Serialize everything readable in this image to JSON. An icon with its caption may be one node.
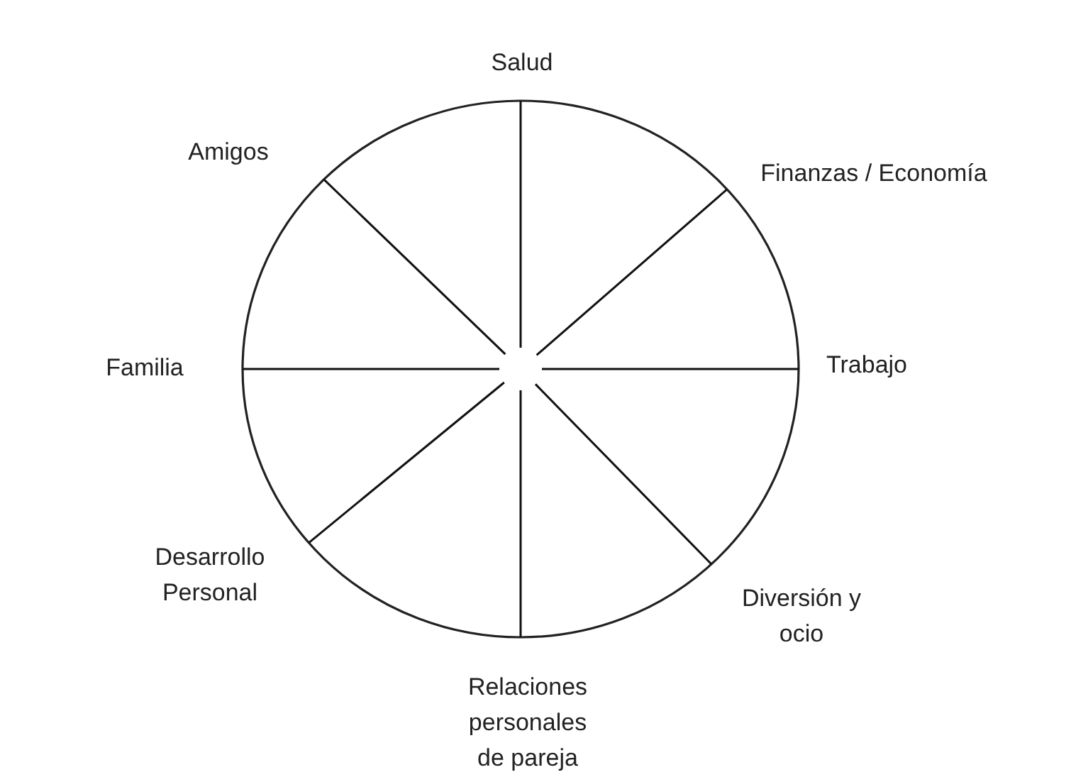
{
  "diagram": {
    "labels": [
      "Salud",
      "Amigos",
      "Finanzas / Economía",
      "Familia",
      "Trabajo",
      "Desarrollo Personal",
      "Diversión y ocio",
      "Relaciones personales de pareja"
    ]
  }
}
